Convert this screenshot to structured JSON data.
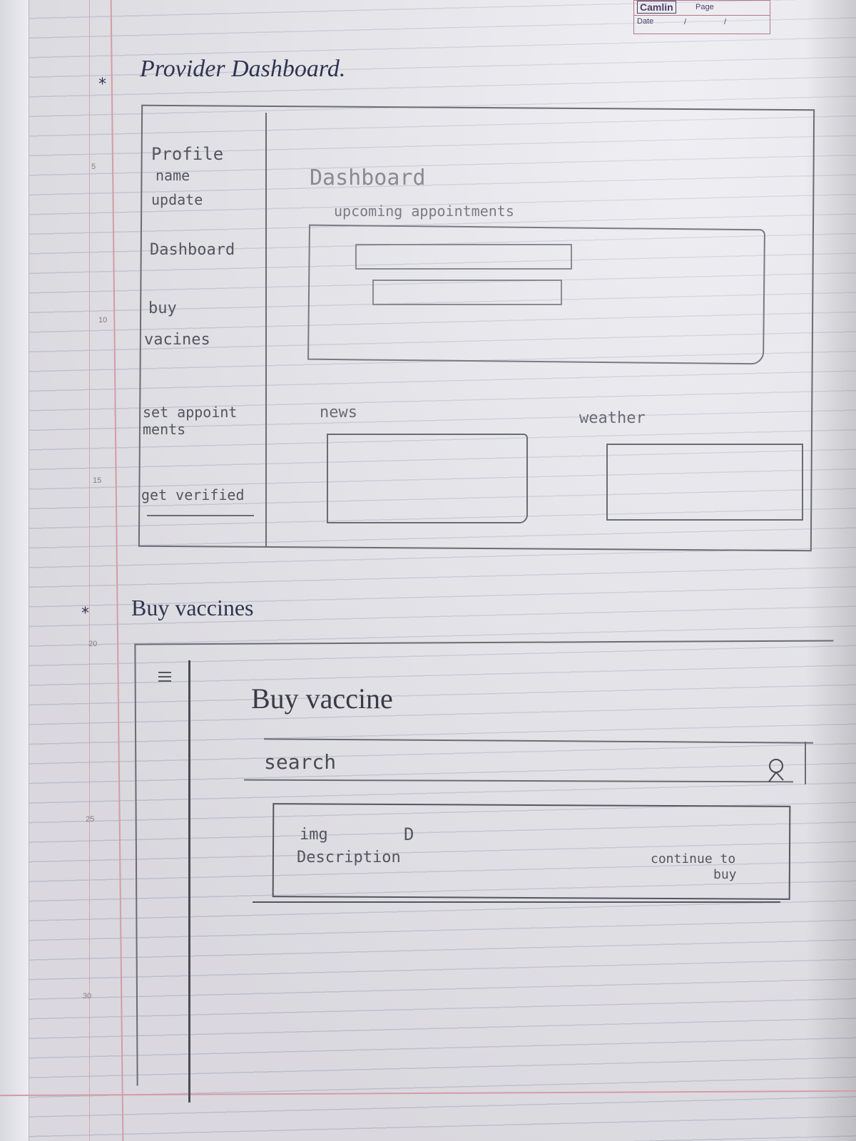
{
  "notebook": {
    "brand": "Camlin",
    "page_label": "Page",
    "date_label": "Date",
    "date_sep": "/",
    "line_numbers": [
      "5",
      "10",
      "15",
      "20",
      "25",
      "30"
    ]
  },
  "provider_dashboard": {
    "marker": "*",
    "heading": "Provider Dashboard.",
    "sidebar": {
      "profile_title": "Profile",
      "profile_name": "name",
      "profile_update": "update",
      "items": [
        {
          "label": "Dashboard"
        },
        {
          "label_line1": "buy",
          "label_line2": "vacines"
        },
        {
          "label_line1": "set appoint",
          "label_line2": "ments"
        },
        {
          "label": "get verified"
        }
      ]
    },
    "main": {
      "title": "Dashboard",
      "subtitle": "upcoming appointments",
      "news_label": "news",
      "weather_label": "weather"
    }
  },
  "buy_vaccines": {
    "marker": "*",
    "heading": "Buy vaccines",
    "page": {
      "title": "Buy vaccine",
      "search_placeholder": "search",
      "card": {
        "img_label": "img",
        "img_mark": "D",
        "description_label": "Description",
        "continue_label_line1": "continue to",
        "continue_label_line2": "buy"
      }
    }
  }
}
